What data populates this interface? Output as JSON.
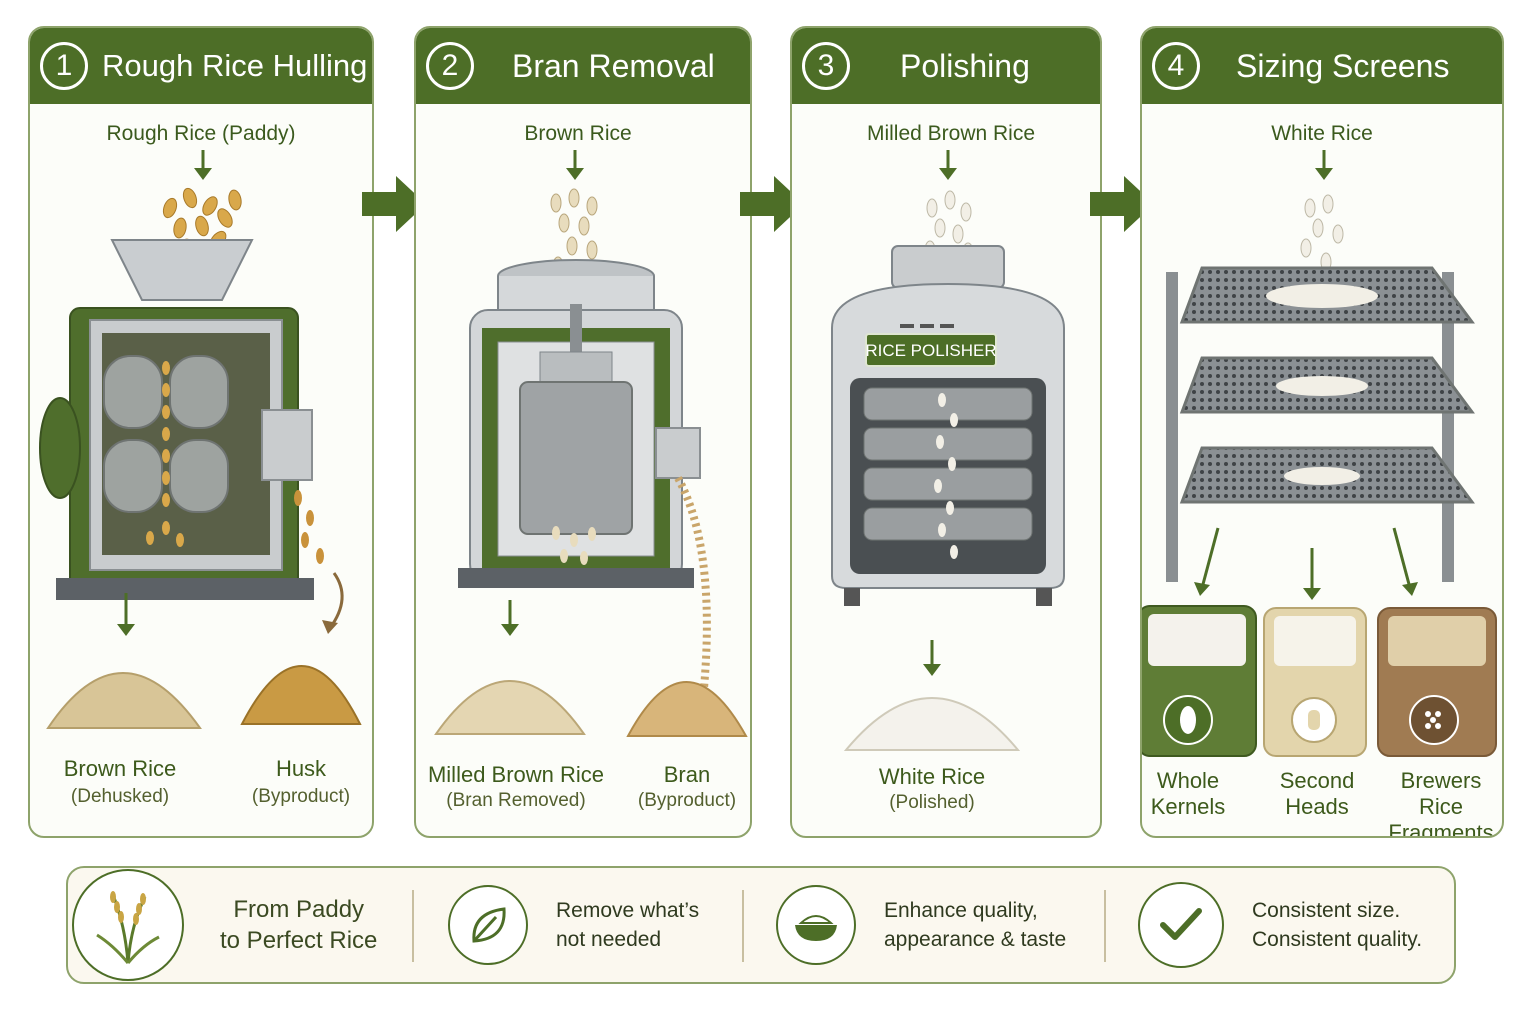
{
  "steps": [
    {
      "number": "1",
      "title": "Rough Rice Hulling",
      "input": "Rough Rice (Paddy)",
      "outputs": [
        {
          "name": "Brown Rice",
          "note": "(Dehusked)"
        },
        {
          "name": "Husk",
          "note": "(Byproduct)"
        }
      ]
    },
    {
      "number": "2",
      "title": "Bran Removal",
      "input": "Brown Rice",
      "outputs": [
        {
          "name": "Milled Brown Rice",
          "note": "(Bran Removed)"
        },
        {
          "name": "Bran",
          "note": "(Byproduct)"
        }
      ]
    },
    {
      "number": "3",
      "title": "Polishing",
      "input": "Milled Brown Rice",
      "machine_label": "RICE POLISHER",
      "outputs": [
        {
          "name": "White Rice",
          "note": "(Polished)"
        }
      ]
    },
    {
      "number": "4",
      "title": "Sizing Screens",
      "input": "White Rice",
      "outputs": [
        {
          "line1": "Whole",
          "line2": "Kernels"
        },
        {
          "line1": "Second",
          "line2": "Heads"
        },
        {
          "line1": "Brewers Rice",
          "line2": "Fragments"
        }
      ]
    }
  ],
  "footer": [
    {
      "icon": "rice-plant-icon",
      "line1": "From Paddy",
      "line2": "to Perfect Rice"
    },
    {
      "icon": "leaf-icon",
      "line1": "Remove what’s",
      "line2": "not needed"
    },
    {
      "icon": "rice-bowl-icon",
      "line1": "Enhance quality,",
      "line2": "appearance & taste"
    },
    {
      "icon": "checkmark-icon",
      "line1": "Consistent size.",
      "line2": "Consistent quality."
    }
  ],
  "colors": {
    "primary_green": "#4d6e27",
    "border_green": "#8ea36b",
    "brown": "#8a6a3c",
    "tan": "#e4d6b2"
  }
}
